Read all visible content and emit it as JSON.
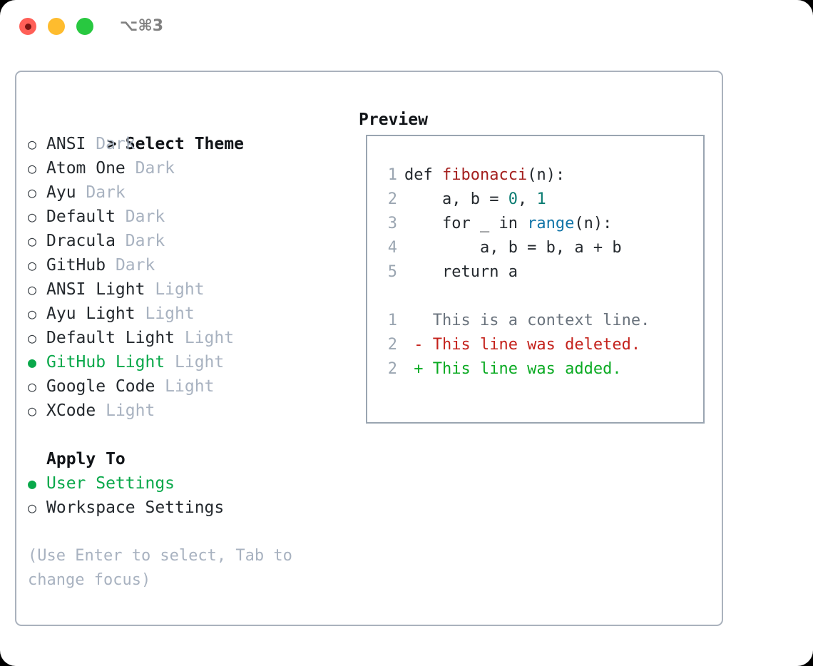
{
  "window": {
    "shortcut": "⌥⌘3",
    "traffic_lights": [
      {
        "name": "close",
        "color": "#FF5F57"
      },
      {
        "name": "minimize",
        "color": "#FEBC2E"
      },
      {
        "name": "maximize",
        "color": "#28C840"
      }
    ]
  },
  "theme_panel": {
    "header": "Select Theme",
    "caret": ">",
    "bullet_off": "○",
    "bullet_on": "●",
    "items": [
      {
        "name": "ANSI",
        "tag": "Dark",
        "selected": false
      },
      {
        "name": "Atom One",
        "tag": "Dark",
        "selected": false
      },
      {
        "name": "Ayu",
        "tag": "Dark",
        "selected": false
      },
      {
        "name": "Default",
        "tag": "Dark",
        "selected": false
      },
      {
        "name": "Dracula",
        "tag": "Dark",
        "selected": false
      },
      {
        "name": "GitHub",
        "tag": "Dark",
        "selected": false
      },
      {
        "name": "ANSI Light",
        "tag": "Light",
        "selected": false
      },
      {
        "name": "Ayu Light",
        "tag": "Light",
        "selected": false
      },
      {
        "name": "Default Light",
        "tag": "Light",
        "selected": false
      },
      {
        "name": "GitHub Light",
        "tag": "Light",
        "selected": true
      },
      {
        "name": "Google Code",
        "tag": "Light",
        "selected": false
      },
      {
        "name": "XCode",
        "tag": "Light",
        "selected": false
      }
    ]
  },
  "apply_to": {
    "header": "Apply To",
    "items": [
      {
        "name": "User Settings",
        "selected": true
      },
      {
        "name": "Workspace Settings",
        "selected": false
      }
    ]
  },
  "hint": "(Use Enter to select, Tab to change focus)",
  "preview": {
    "header": "Preview",
    "code_lines": [
      {
        "no": "1",
        "tokens": [
          {
            "t": "def ",
            "k": "plain"
          },
          {
            "t": "fibonacci",
            "k": "func"
          },
          {
            "t": "(n):",
            "k": "plain"
          }
        ]
      },
      {
        "no": "2",
        "tokens": [
          {
            "t": "    a, b = ",
            "k": "plain"
          },
          {
            "t": "0",
            "k": "num"
          },
          {
            "t": ", ",
            "k": "plain"
          },
          {
            "t": "1",
            "k": "num"
          }
        ]
      },
      {
        "no": "3",
        "tokens": [
          {
            "t": "    for _ in ",
            "k": "plain"
          },
          {
            "t": "range",
            "k": "call"
          },
          {
            "t": "(n):",
            "k": "plain"
          }
        ]
      },
      {
        "no": "4",
        "tokens": [
          {
            "t": "        a, b = b, a + b",
            "k": "plain"
          }
        ]
      },
      {
        "no": "5",
        "tokens": [
          {
            "t": "    return a",
            "k": "plain"
          }
        ]
      }
    ],
    "diff_lines": [
      {
        "no": "1",
        "marker": " ",
        "text": "This is a context line.",
        "kind": "ctx"
      },
      {
        "no": "2",
        "marker": "-",
        "text": "This line was deleted.",
        "kind": "del"
      },
      {
        "no": "2",
        "marker": "+",
        "text": "This line was added.",
        "kind": "add"
      }
    ]
  },
  "colors": {
    "accent_green": "#09a84a",
    "muted": "#a8b2c0",
    "diff_add": "#0aaa22",
    "diff_del": "#c4221c",
    "diff_ctx": "#6a737d",
    "syntax_func": "#a4201f",
    "syntax_call": "#1275a8",
    "syntax_num": "#0b7c72",
    "border": "#aab2bd"
  }
}
